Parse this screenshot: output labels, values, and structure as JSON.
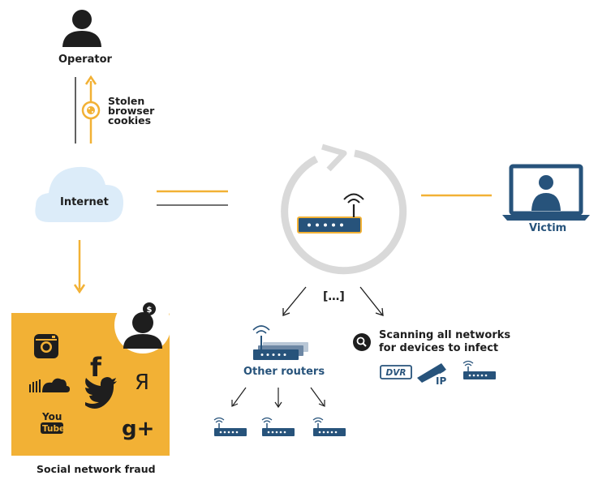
{
  "colors": {
    "orange": "#f2b135",
    "dark": "#1e1e1e",
    "blue": "#27537b",
    "cloud": "#dcecf9",
    "ring": "#d9d9d9"
  },
  "labels": {
    "operator": "Operator",
    "stolen_cookies": [
      "Stolen",
      "browser",
      "cookies"
    ],
    "internet": "Internet",
    "victim": "Victim",
    "ellipsis": "[…]",
    "other_routers": "Other routers",
    "scanning": [
      "Scanning all networks",
      "for devices to infect"
    ],
    "dvr": "DVR",
    "ip": "IP",
    "social_fraud": "Social network fraud"
  },
  "social_icons": {
    "facebook": "f",
    "yandex": "Я",
    "youtube": [
      "You",
      "Tube"
    ],
    "gplus": "g+"
  },
  "icons": {
    "operator": "person-icon",
    "cookie": "cookie-icon",
    "cloud": "cloud-icon",
    "router": "router-icon",
    "laptop": "laptop-icon",
    "search": "magnifier-icon",
    "camera": "ip-camera-icon",
    "dollar": "dollar-icon"
  }
}
